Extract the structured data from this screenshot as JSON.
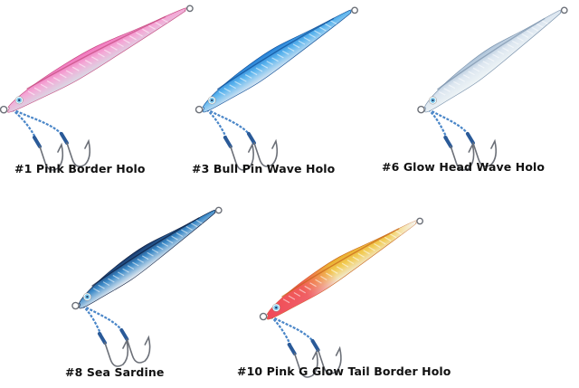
{
  "products": [
    {
      "label": "#1 Pink Border Holo",
      "colors": {
        "top": "#f06cb8",
        "mid": "#f4a8d6",
        "belly": "#d9d9e4",
        "eye": "#7fc8ea",
        "stripe": "#c4487e"
      }
    },
    {
      "label": "#3 Bull Pin Wave Holo",
      "colors": {
        "top": "#1e78d2",
        "mid": "#5ab4ee",
        "belly": "#d4e4f2",
        "eye": "#7fc8ea",
        "stripe": "#0d4c94"
      }
    },
    {
      "label": "#6 Glow Head Wave Holo",
      "colors": {
        "top": "#a4bcd4",
        "mid": "#dce6f0",
        "belly": "#eef4f6",
        "eye": "#7fc8ea",
        "stripe": "#7890aa"
      }
    },
    {
      "label": "#8 Sea Sardine",
      "colors": {
        "top": "#132a5a",
        "mid": "#3b8ac8",
        "belly": "#e6ecf2",
        "eye": "#7fc8ea",
        "stripe": "#0a1a3c"
      }
    },
    {
      "label": "#10 Pink G Glow Tail Border Holo",
      "colors": {
        "top": "#e8a828",
        "mid": "#f2cc54",
        "belly": "#f2ecdc",
        "eye": "#7fc8ea",
        "stripe": "#c86418",
        "head": "#f04a5a"
      }
    }
  ],
  "hardware": {
    "assist_cord": "#4a86c8",
    "hook_metal": "#6c7078",
    "tube": "#2a5a98"
  }
}
